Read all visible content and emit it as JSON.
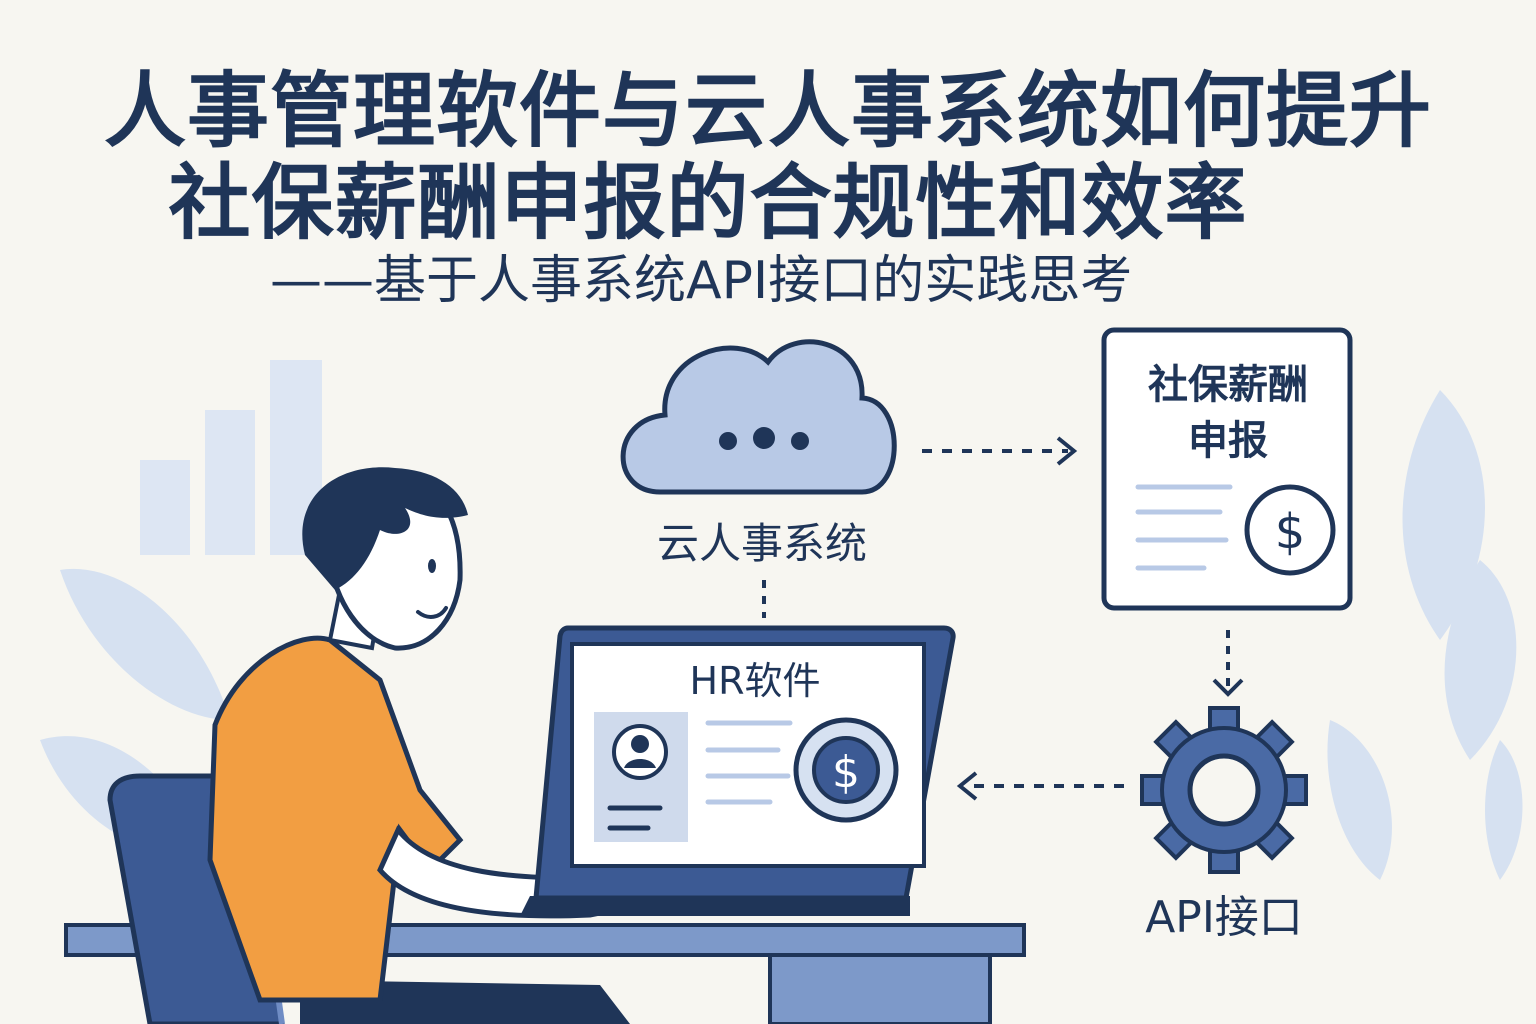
{
  "title": {
    "line1": "人事管理软件与云人事系统如何提升",
    "line2": "社保薪酬申报的合规性和效率"
  },
  "subtitle": "——基于人事系统API接口的实践思考",
  "diagram": {
    "cloud_label": "云人事系统",
    "laptop_label": "HR软件",
    "document_label_line1": "社保薪酬",
    "document_label_line2": "申报",
    "api_label": "API接口",
    "currency_symbol": "$"
  },
  "colors": {
    "navy": "#1f3558",
    "light_blue": "#b8c9e6",
    "mid_blue": "#4a6aa5",
    "orange": "#f29e42",
    "background": "#f7f6f1"
  }
}
